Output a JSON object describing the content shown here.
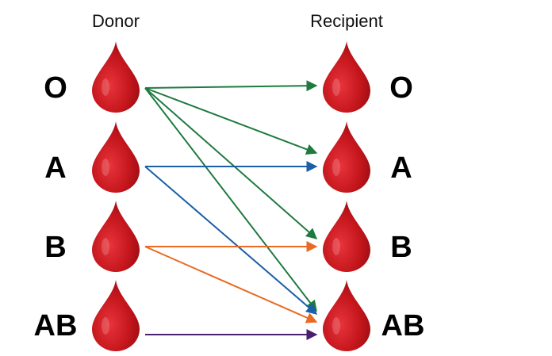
{
  "headers": {
    "donor": "Donor",
    "recipient": "Recipient"
  },
  "donors": [
    {
      "label": "O",
      "icon": "blood-drop-icon"
    },
    {
      "label": "A",
      "icon": "blood-drop-icon"
    },
    {
      "label": "B",
      "icon": "blood-drop-icon"
    },
    {
      "label": "AB",
      "icon": "blood-drop-icon"
    }
  ],
  "recipients": [
    {
      "label": "O",
      "icon": "blood-drop-icon"
    },
    {
      "label": "A",
      "icon": "blood-drop-icon"
    },
    {
      "label": "B",
      "icon": "blood-drop-icon"
    },
    {
      "label": "AB",
      "icon": "blood-drop-icon"
    }
  ],
  "colors": {
    "drop_light": "#e8333b",
    "drop_dark": "#8b0d12",
    "O": "#1e7a3f",
    "A": "#1a5fa8",
    "B": "#ea6a23",
    "AB": "#4a1f6e"
  },
  "compatibility": [
    {
      "from": "O",
      "to": "O"
    },
    {
      "from": "O",
      "to": "A"
    },
    {
      "from": "O",
      "to": "B"
    },
    {
      "from": "O",
      "to": "AB"
    },
    {
      "from": "A",
      "to": "A"
    },
    {
      "from": "A",
      "to": "AB"
    },
    {
      "from": "B",
      "to": "B"
    },
    {
      "from": "B",
      "to": "AB"
    },
    {
      "from": "AB",
      "to": "AB"
    }
  ]
}
